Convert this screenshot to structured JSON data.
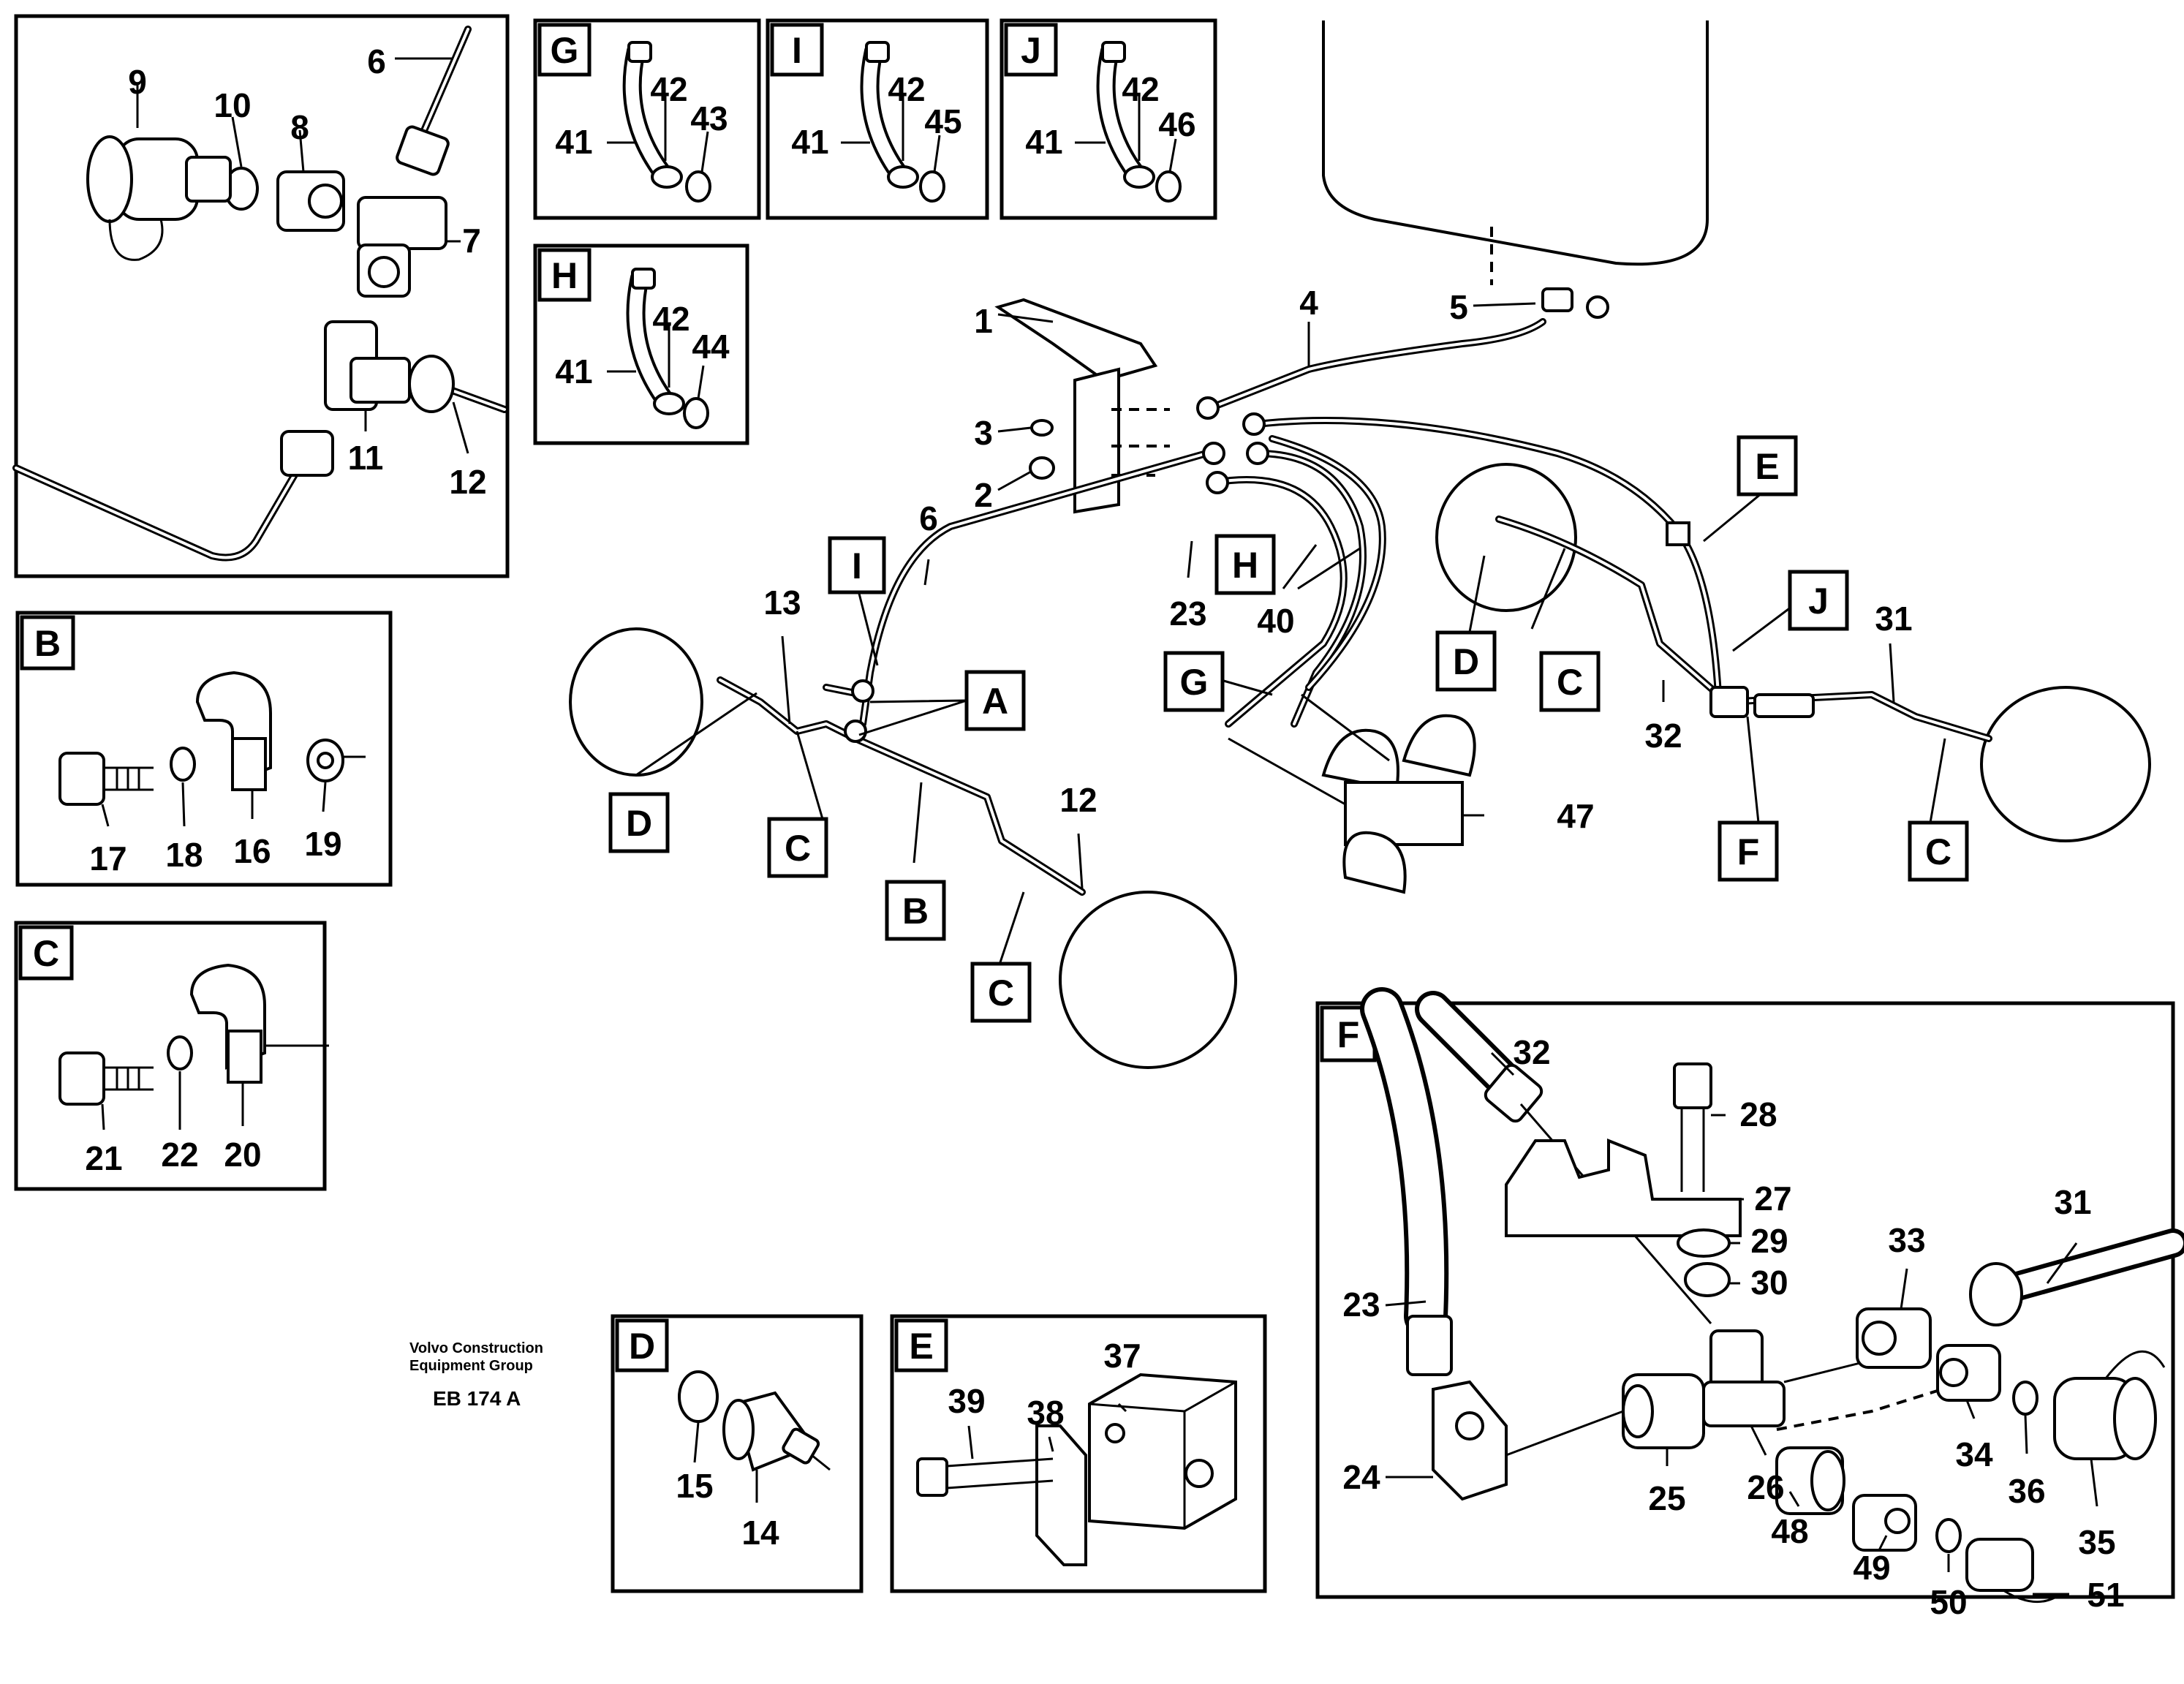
{
  "diagram": {
    "credit_line1": "Volvo Construction",
    "credit_line2": "Equipment Group",
    "code": "EB 174 A"
  },
  "detail_boxes": {
    "B": "B",
    "C": "C",
    "D": "D",
    "E": "E",
    "F": "F",
    "G": "G",
    "H": "H",
    "I": "I",
    "J": "J"
  },
  "tags": {
    "A": "A",
    "B": "B",
    "C": "C",
    "D": "D",
    "E": "E",
    "F": "F",
    "G": "G",
    "H": "H",
    "I": "I",
    "J": "J"
  },
  "parts": {
    "p1": "1",
    "p2": "2",
    "p3": "3",
    "p4": "4",
    "p5": "5",
    "p6": "6",
    "p7": "7",
    "p8": "8",
    "p9": "9",
    "p10": "10",
    "p11": "11",
    "p12": "12",
    "p13": "13",
    "p14": "14",
    "p15": "15",
    "p16": "16",
    "p17": "17",
    "p18": "18",
    "p19": "19",
    "p20": "20",
    "p21": "21",
    "p22": "22",
    "p23": "23",
    "p24": "24",
    "p25": "25",
    "p26": "26",
    "p27": "27",
    "p28": "28",
    "p29": "29",
    "p30": "30",
    "p31": "31",
    "p32": "32",
    "p33": "33",
    "p34": "34",
    "p35": "35",
    "p36": "36",
    "p37": "37",
    "p38": "38",
    "p39": "39",
    "p40": "40",
    "p41": "41",
    "p42": "42",
    "p43": "43",
    "p44": "44",
    "p45": "45",
    "p46": "46",
    "p47": "47",
    "p48": "48",
    "p49": "49",
    "p50": "50",
    "p51": "51"
  }
}
